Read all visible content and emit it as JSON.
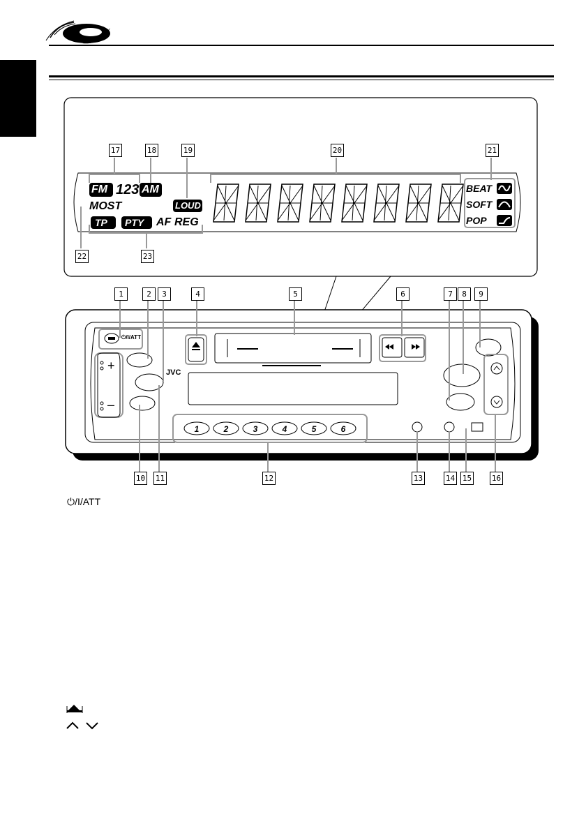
{
  "display": {
    "band_fm": "FM",
    "band_123": "123",
    "band_am": "AM",
    "most": "MOST",
    "loud": "LOUD",
    "tp": "TP",
    "pty": "PTY",
    "af": "AF",
    "reg": "REG",
    "beat": "BEAT",
    "soft": "SOFT",
    "pop": "POP"
  },
  "callouts": [
    "1",
    "2",
    "3",
    "4",
    "5",
    "6",
    "7",
    "8",
    "9",
    "10",
    "11",
    "12",
    "13",
    "14",
    "15",
    "16",
    "17",
    "18",
    "19",
    "20",
    "21",
    "22",
    "23"
  ],
  "unit": {
    "brand": "JVC",
    "power_att": "⏻/I/ATT",
    "preset_buttons": [
      "1",
      "2",
      "3",
      "4",
      "5",
      "6"
    ],
    "seek_hint": "FF/REW"
  },
  "legend": {
    "power_att": "⏻/I/ATT"
  }
}
